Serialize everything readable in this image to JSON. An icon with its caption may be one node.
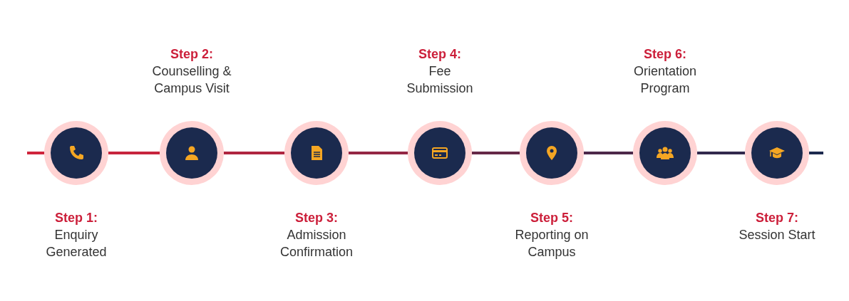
{
  "diagram": {
    "nodes": [
      {
        "text": [
          "Step 1:",
          "Enquiry Generated"
        ]
      },
      {
        "text": [
          "Step 2:",
          "Counselling & Campus Visit"
        ]
      },
      {
        "text": [
          "Step 3:",
          "Admission Confirmation"
        ]
      },
      {
        "text": [
          "Step 4:",
          "Fee Submission"
        ]
      },
      {
        "text": [
          "Step 5:",
          "Reporting on Campus"
        ]
      },
      {
        "text": [
          "Step 6:",
          "Orientation Program"
        ]
      },
      {
        "text": [
          "Step 7:",
          "Session Start"
        ]
      }
    ],
    "edges": [
      {
        "from": null,
        "to": 0,
        "arrow": "none",
        "color": "#cf243c"
      },
      {
        "from": 0,
        "to": 1,
        "arrow": "none",
        "color": "#c7243d"
      },
      {
        "from": 1,
        "to": 2,
        "arrow": "none",
        "color": "#af2540"
      },
      {
        "from": 2,
        "to": 3,
        "arrow": "none",
        "color": "#942644"
      },
      {
        "from": 3,
        "to": 4,
        "arrow": "none",
        "color": "#652847"
      },
      {
        "from": 4,
        "to": 5,
        "arrow": "none",
        "color": "#4c2849"
      },
      {
        "from": 5,
        "to": 6,
        "arrow": "none",
        "color": "#32294c"
      },
      {
        "from": 6,
        "to": null,
        "arrow": "none",
        "color": "#1d2a4e"
      }
    ]
  }
}
